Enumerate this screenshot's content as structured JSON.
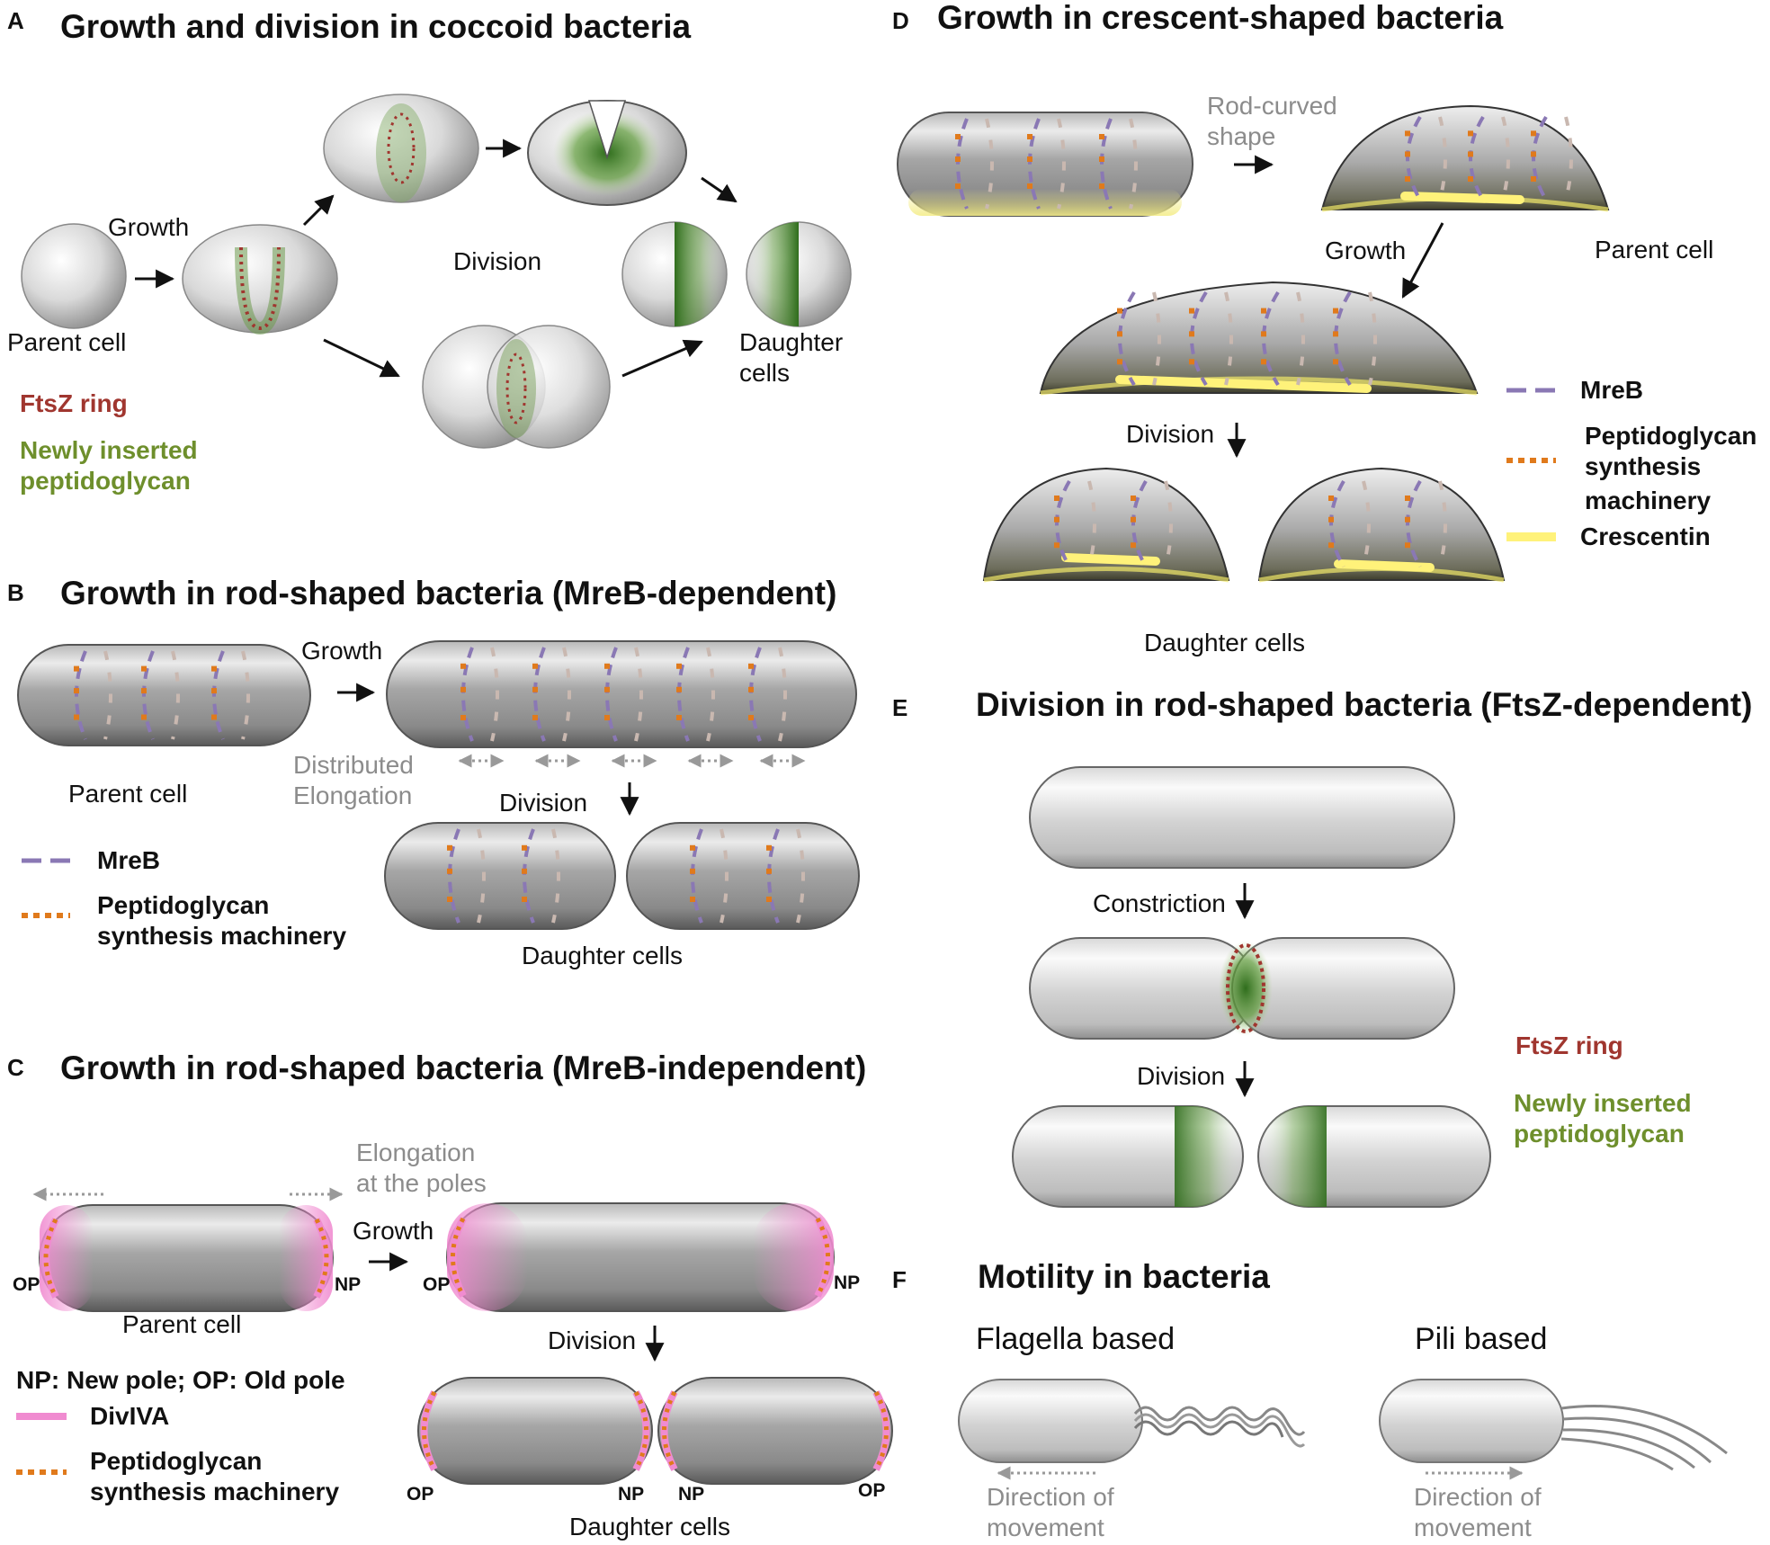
{
  "panels": {
    "a": {
      "letter": "A",
      "title": "Growth and division in coccoid bacteria",
      "growth": "Growth",
      "division": "Division",
      "parent_cell": "Parent cell",
      "daughter_cells_1": "Daughter",
      "daughter_cells_2": "cells",
      "legend_ftsz": "FtsZ ring",
      "legend_pg_1": "Newly inserted",
      "legend_pg_2": "peptidoglycan"
    },
    "b": {
      "letter": "B",
      "title": "Growth in rod-shaped bacteria (MreB-dependent)",
      "growth": "Growth",
      "parent_cell": "Parent cell",
      "distributed_1": "Distributed",
      "distributed_2": "Elongation",
      "division": "Division",
      "daughter_cells": "Daughter cells",
      "legend_mreb": "MreB",
      "legend_pg_1": "Peptidoglycan",
      "legend_pg_2": "synthesis machinery"
    },
    "c": {
      "letter": "C",
      "title": "Growth in rod-shaped bacteria (MreB-independent)",
      "elong_1": "Elongation",
      "elong_2": "at the poles",
      "growth": "Growth",
      "parent_cell": "Parent cell",
      "division": "Division",
      "daughter_cells": "Daughter cells",
      "op": "OP",
      "np": "NP",
      "legend_poles": "NP: New pole; OP: Old pole",
      "legend_divIVA": "DivIVA",
      "legend_pg_1": "Peptidoglycan",
      "legend_pg_2": "synthesis machinery"
    },
    "d": {
      "letter": "D",
      "title": "Growth in crescent-shaped bacteria",
      "rod_curved_1": "Rod-curved",
      "rod_curved_2": "shape",
      "growth": "Growth",
      "parent_cell": "Parent cell",
      "division": "Division",
      "daughter_cells": "Daughter cells",
      "legend_mreb": "MreB",
      "legend_pg_1": "Peptidoglycan",
      "legend_pg_2": "synthesis",
      "legend_pg_3": "machinery",
      "legend_crescentin": "Crescentin"
    },
    "e": {
      "letter": "E",
      "title": "Division in rod-shaped bacteria (FtsZ-dependent)",
      "constriction": "Constriction",
      "division": "Division",
      "legend_ftsz": "FtsZ ring",
      "legend_pg_1": "Newly inserted",
      "legend_pg_2": "peptidoglycan"
    },
    "f": {
      "letter": "F",
      "title": "Motility in bacteria",
      "flagella": "Flagella based",
      "pili": "Pili based",
      "direction_1": "Direction of",
      "direction_2": "movement"
    }
  },
  "colors": {
    "mreb": "#8a78b4",
    "pg": "#e07a1c",
    "divIVA": "#f08bd0",
    "crescentin": "#fff27a",
    "ftsz": "#a0362f",
    "new_pg": "#4f8a2a"
  }
}
